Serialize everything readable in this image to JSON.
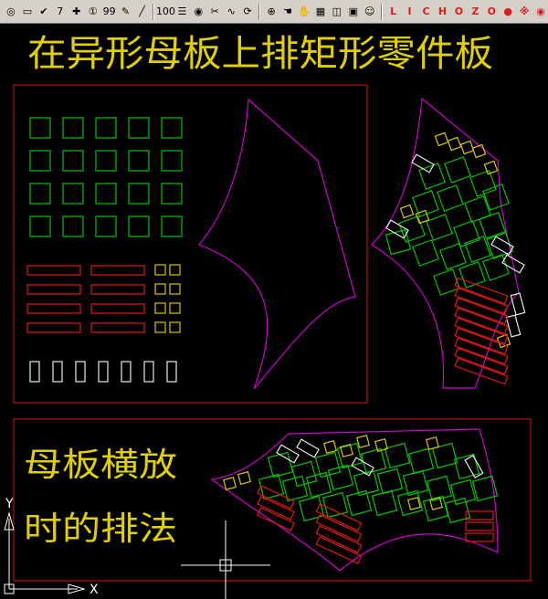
{
  "toolbar": {
    "buttons": [
      {
        "icon": "target-icon",
        "glyph": "◎"
      },
      {
        "icon": "rectangle-icon",
        "glyph": "▭"
      },
      {
        "icon": "check-icon",
        "glyph": "✔"
      },
      {
        "icon": "seven-icon",
        "glyph": "7"
      },
      {
        "icon": "plus-icon",
        "glyph": "✚"
      },
      {
        "icon": "info-icon",
        "glyph": "①"
      },
      {
        "icon": "number-99-icon",
        "glyph": "99"
      },
      {
        "icon": "draw-icon",
        "glyph": "✎"
      },
      {
        "icon": "line-icon",
        "glyph": "╱"
      },
      {
        "icon": "number-100-icon",
        "glyph": "100"
      },
      {
        "icon": "list-icon",
        "glyph": "☰"
      },
      {
        "icon": "eye-icon",
        "glyph": "◉"
      },
      {
        "icon": "scissors-icon",
        "glyph": "✂"
      },
      {
        "icon": "curve-icon",
        "glyph": "∿"
      },
      {
        "icon": "refresh-icon",
        "glyph": "⟳"
      },
      {
        "icon": "zoom-icon",
        "glyph": "⊕"
      },
      {
        "icon": "hand-icon",
        "glyph": "☚"
      },
      {
        "icon": "pan-icon",
        "glyph": "✋"
      },
      {
        "icon": "calculator-icon",
        "glyph": "▦"
      },
      {
        "icon": "layer-icon",
        "glyph": "◫"
      },
      {
        "icon": "image-icon",
        "glyph": "▣"
      },
      {
        "icon": "smiley-icon",
        "glyph": "☺"
      }
    ],
    "draw_tools": [
      "L",
      "I",
      "C",
      "H",
      "O",
      "Z",
      "O",
      "●",
      "※",
      "◉"
    ]
  },
  "drawing": {
    "title": "在异形母板上排矩形零件板",
    "side_label_line1": "母板横放",
    "side_label_line2": "时的排法",
    "axis_y": "Y",
    "axis_x": "X"
  },
  "colors": {
    "background": "#000000",
    "frame": "#e01010",
    "part_green": "#00c800",
    "part_red": "#e01818",
    "part_yellow": "#d8c800",
    "part_white": "#e8e8e8",
    "boundary": "#d000d0",
    "text": "#e0d000"
  }
}
